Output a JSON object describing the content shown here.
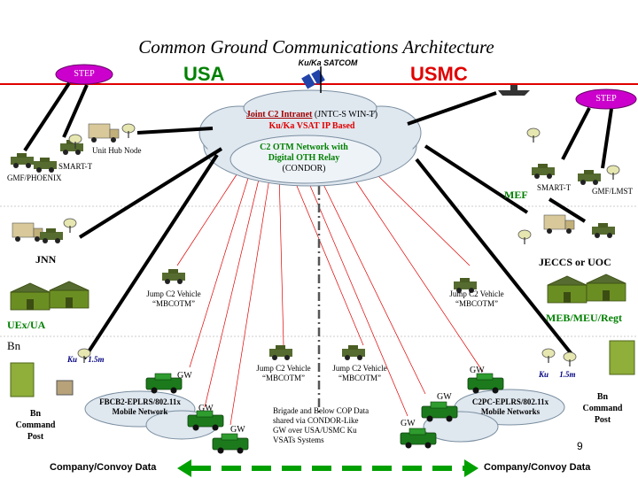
{
  "title": "Common Ground Communications Architecture",
  "usa_label": "USA",
  "usmc_label": "USMC",
  "satellite_label": "Ku/Ka SATCOM",
  "step_left": "STEP",
  "step_right": "STEP",
  "cloud": {
    "title_underlined": "Joint C2 Intranet",
    "title_rest": "(JNTC-S WIN-T)",
    "subtitle": "Ku/Ka VSAT IP Based",
    "inner_line1": "C2 OTM Network with",
    "inner_line2": "Digital OTH Relay",
    "inner_line3": "(CONDOR)"
  },
  "left_labels": {
    "unit_hub_node": "Unit Hub Node",
    "smart_t": "SMART-T",
    "gmf_phoenix": "GMF/PHOENIX",
    "jnn": "JNN",
    "uex_ua": "UEx/UA",
    "bn": "Bn",
    "ku_ka": "Ku",
    "ku_ka_size": "1.5m",
    "bn_command_post": [
      "Bn",
      "Command",
      "Post"
    ]
  },
  "right_labels": {
    "smart_t": "SMART-T",
    "gmf_lmst": "GMF/LMST",
    "mef": "MEF",
    "jeccs": "JECCS or UOC",
    "meb": "MEB/MEU/Regt",
    "ku_ka": "Ku",
    "ku_ka_size": "1.5m",
    "bn_command_post": [
      "Bn",
      "Command",
      "Post"
    ]
  },
  "vehicles": {
    "jump_left": [
      "Jump C2 Vehicle",
      "“MBCOTM”"
    ],
    "jump_right": [
      "Jump C2 Vehicle",
      "“MBCOTM”"
    ],
    "jump_center_left": [
      "Jump C2 Vehicle",
      "“MBCOTM”"
    ],
    "jump_center_right": [
      "Jump C2 Vehicle",
      "“MBCOTM”"
    ]
  },
  "networks": {
    "left": [
      "FBCB2-EPLRS/802.11x",
      "Mobile Network"
    ],
    "right": [
      "C2PC-EPLRS/802.11x",
      "Mobile Networks"
    ]
  },
  "gw": [
    "GW",
    "GW",
    "GW",
    "GW",
    "GW",
    "GW"
  ],
  "brigade_note": [
    "Brigade and Below COP Data",
    "shared via CONDOR-Like",
    "GW over USA/USMC Ku",
    "VSATs Systems"
  ],
  "footer": {
    "left": "Company/Convoy Data",
    "right": "Company/Convoy Data",
    "page_number": "9"
  },
  "colors": {
    "green": "#008000",
    "red": "#e00000",
    "step_fill": "#cc00cc",
    "cloud_fill": "#dfe7ef",
    "vehicle": "#556b2f",
    "building": "#6b8e23",
    "dash_green": "#00a000"
  }
}
